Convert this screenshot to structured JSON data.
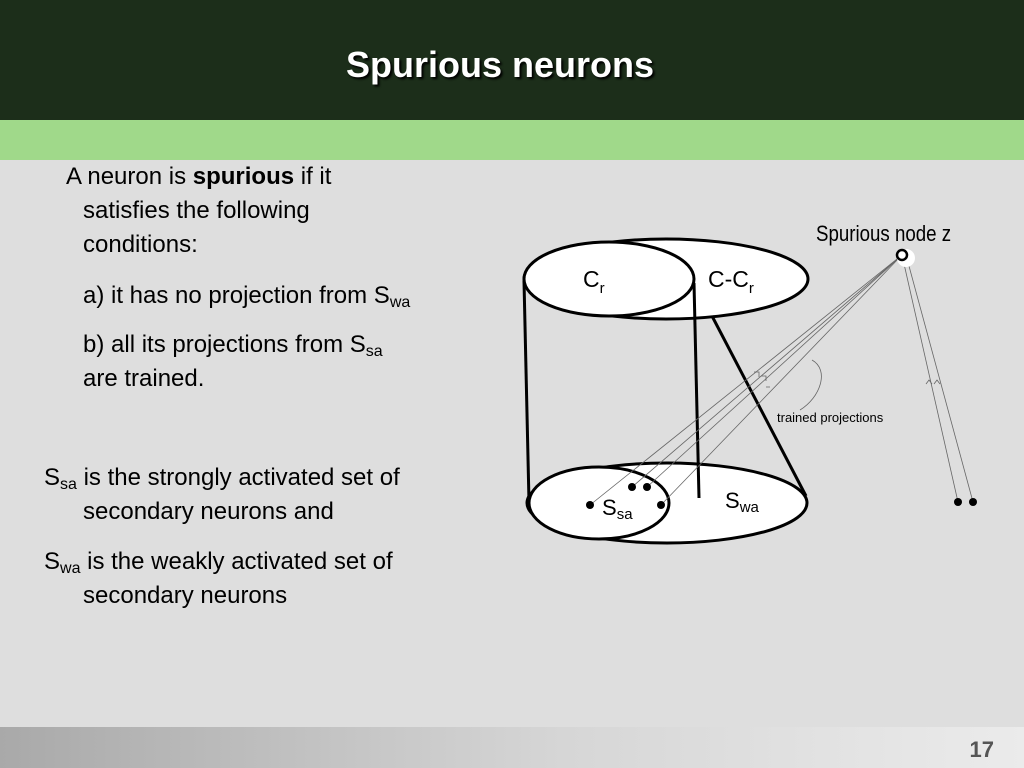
{
  "slide": {
    "title": "Spurious neurons",
    "page_number": "17"
  },
  "definition": {
    "intro_prefix": "A neuron is ",
    "intro_bold": "spurious",
    "intro_suffix": " if it",
    "intro_line2": "satisfies the following",
    "intro_line3": "conditions:",
    "cond_a_text": "a) it has no projection from S",
    "cond_a_sub": "wa",
    "cond_b_text": "b) all its projections from S",
    "cond_b_sub": "sa",
    "cond_b_line2": "are trained."
  },
  "sets": {
    "ssa_s": "S",
    "ssa_sub": "sa",
    "ssa_line1": " is the strongly activated set of",
    "ssa_line2": "secondary neurons and",
    "swa_s": "S",
    "swa_sub": "wa",
    "swa_line1": " is the weakly activated set of",
    "swa_line2": "secondary neurons"
  },
  "diagram": {
    "spurious_node_label": "Spurious node z",
    "cr_c": "C",
    "cr_sub": "r",
    "ccr_c": "C-C",
    "ccr_sub": "r",
    "trained_label": "trained projections",
    "ssa_s": "S",
    "ssa_sub": "sa",
    "swa_s": "S",
    "swa_sub": "wa"
  }
}
